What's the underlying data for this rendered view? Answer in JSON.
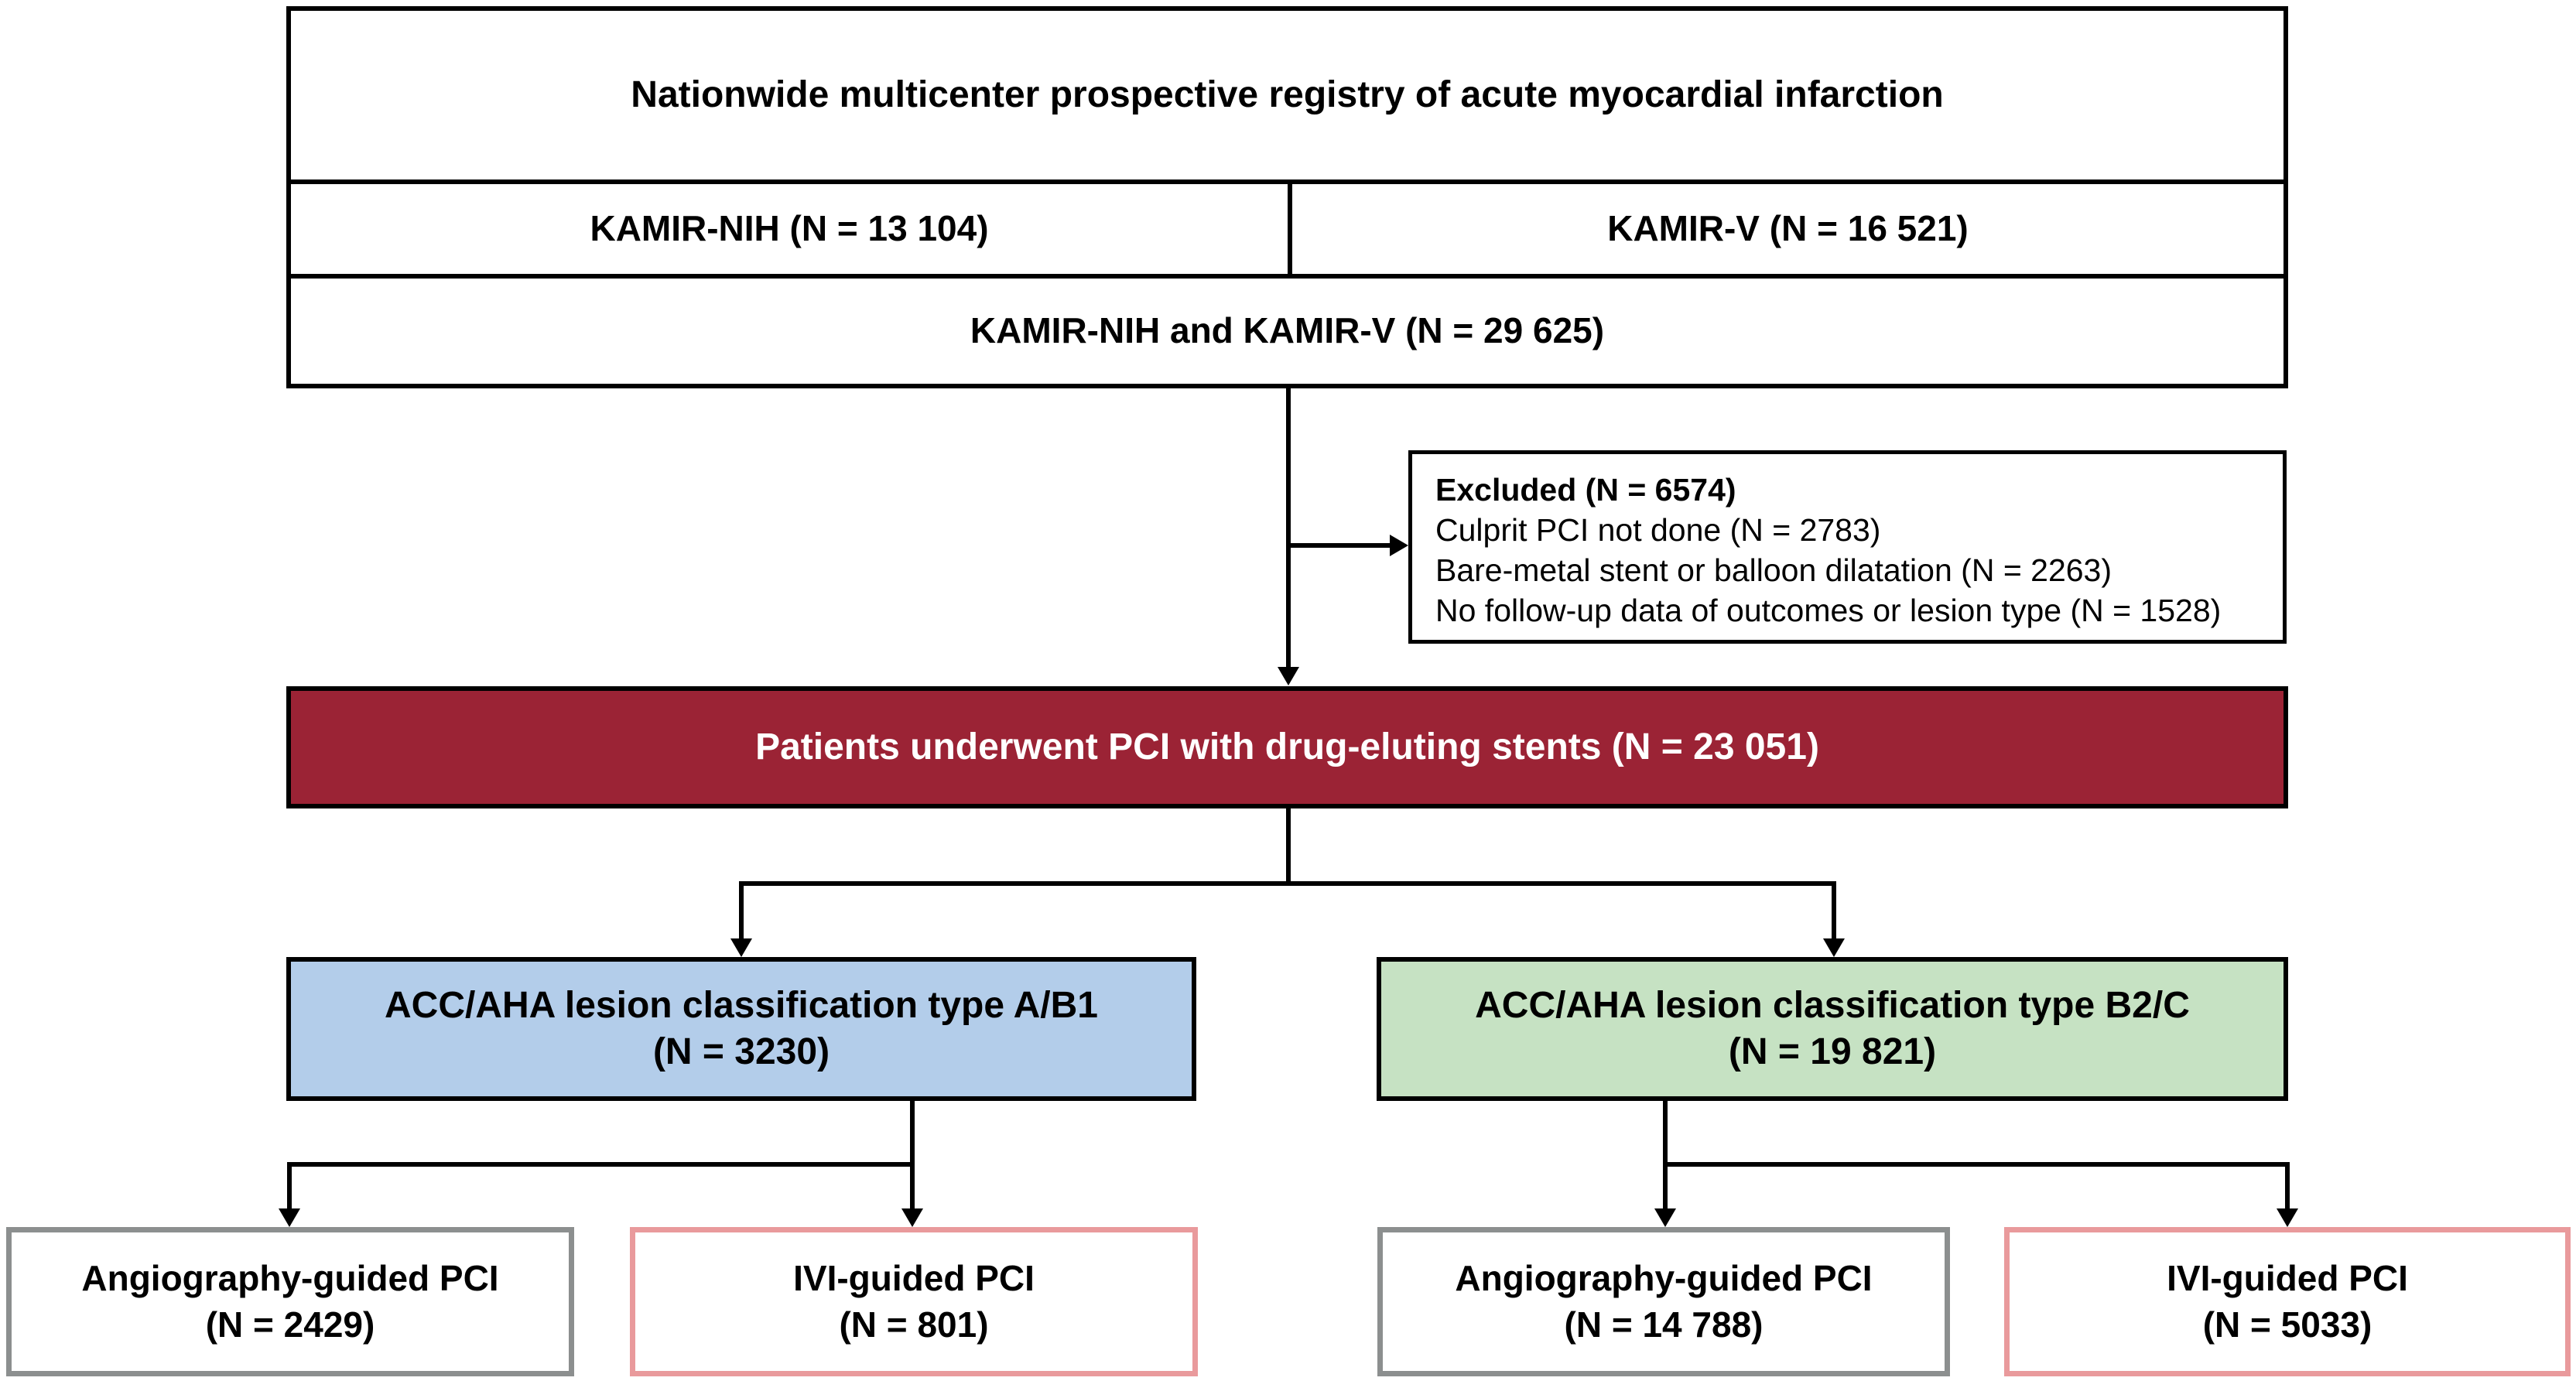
{
  "registry": {
    "title": "Nationwide multicenter prospective registry of acute myocardial infarction",
    "kamir_nih": "KAMIR-NIH (N = 13 104)",
    "kamir_v": "KAMIR-V (N = 16 521)",
    "combined": "KAMIR-NIH and KAMIR-V (N = 29 625)"
  },
  "excluded": {
    "title": "Excluded (N = 6574)",
    "items": [
      "Culprit PCI not done (N = 2783)",
      "Bare-metal stent or balloon dilatation (N = 2263)",
      "No follow-up data of outcomes or lesion type (N = 1528)"
    ]
  },
  "main": {
    "label": "Patients underwent PCI with drug-eluting stents (N = 23 051)"
  },
  "groups": [
    {
      "label": "ACC/AHA lesion classification type A/B1",
      "count": "(N = 3230)"
    },
    {
      "label": "ACC/AHA lesion classification type B2/C",
      "count": "(N = 19 821)"
    }
  ],
  "subgroups": [
    {
      "label": "Angiography-guided PCI",
      "count": "(N = 2429)"
    },
    {
      "label": "IVI-guided PCI",
      "count": "(N = 801)"
    },
    {
      "label": "Angiography-guided PCI",
      "count": "(N = 14 788)"
    },
    {
      "label": "IVI-guided PCI",
      "count": "(N = 5033)"
    }
  ],
  "colors": {
    "main_fill": "#9b2335",
    "group_a_fill": "#b3cdea",
    "group_b_fill": "#c6e2c3",
    "angio_border": "#8c8f8f",
    "ivi_border": "#e99a9c"
  }
}
